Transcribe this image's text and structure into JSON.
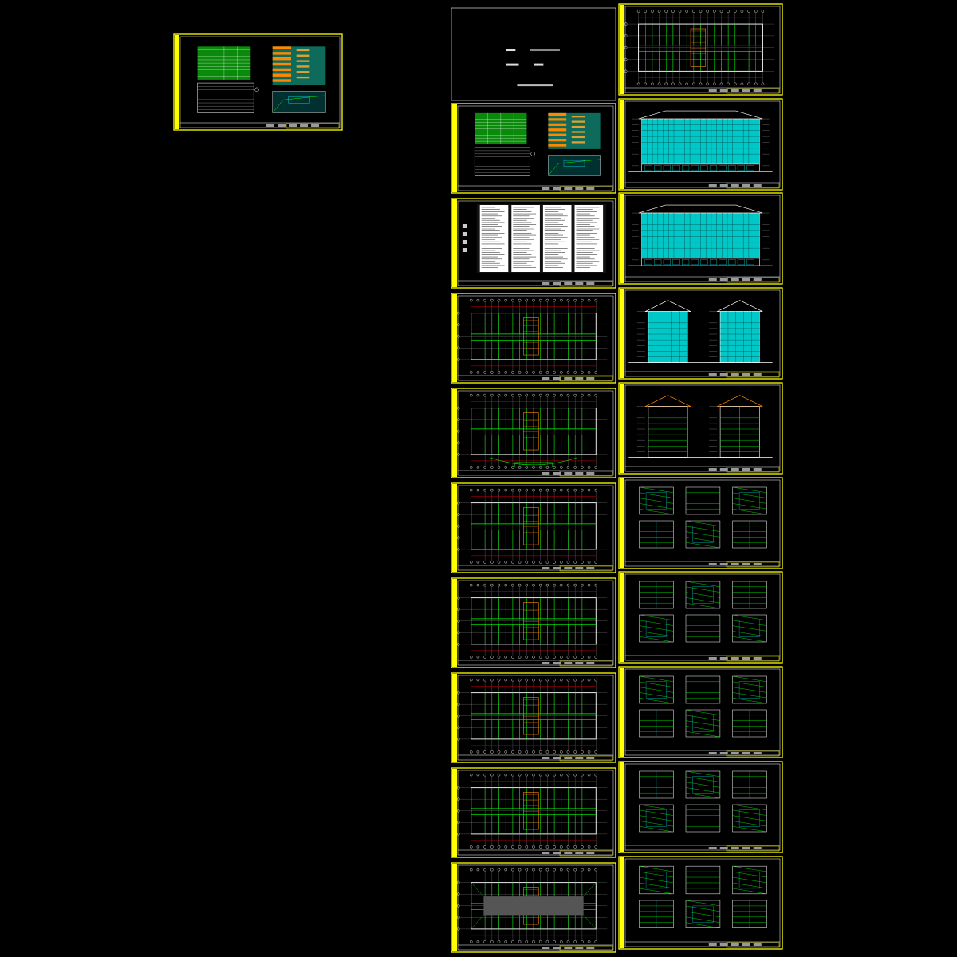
{
  "canvas": {
    "background": "#000000",
    "colors": {
      "frame": "#ffff00",
      "border": "#ffffff",
      "wall": "#00ff00",
      "glass": "#00c8c8",
      "accent": "#ff8800",
      "text": "#ffffff",
      "dim": "#ff0000"
    }
  },
  "sheets": {
    "cover": {
      "kind": "cover"
    },
    "overview": {
      "kind": "overview"
    },
    "left_column": [
      {
        "kind": "index"
      },
      {
        "kind": "notes"
      },
      {
        "kind": "plan"
      },
      {
        "kind": "plan"
      },
      {
        "kind": "plan"
      },
      {
        "kind": "plan"
      },
      {
        "kind": "plan"
      },
      {
        "kind": "plan"
      },
      {
        "kind": "roof-plan"
      }
    ],
    "right_column": [
      {
        "kind": "plan"
      },
      {
        "kind": "elevation"
      },
      {
        "kind": "elevation"
      },
      {
        "kind": "side-elevation"
      },
      {
        "kind": "section"
      },
      {
        "kind": "detail"
      },
      {
        "kind": "detail"
      },
      {
        "kind": "detail"
      },
      {
        "kind": "detail"
      },
      {
        "kind": "detail"
      }
    ]
  }
}
